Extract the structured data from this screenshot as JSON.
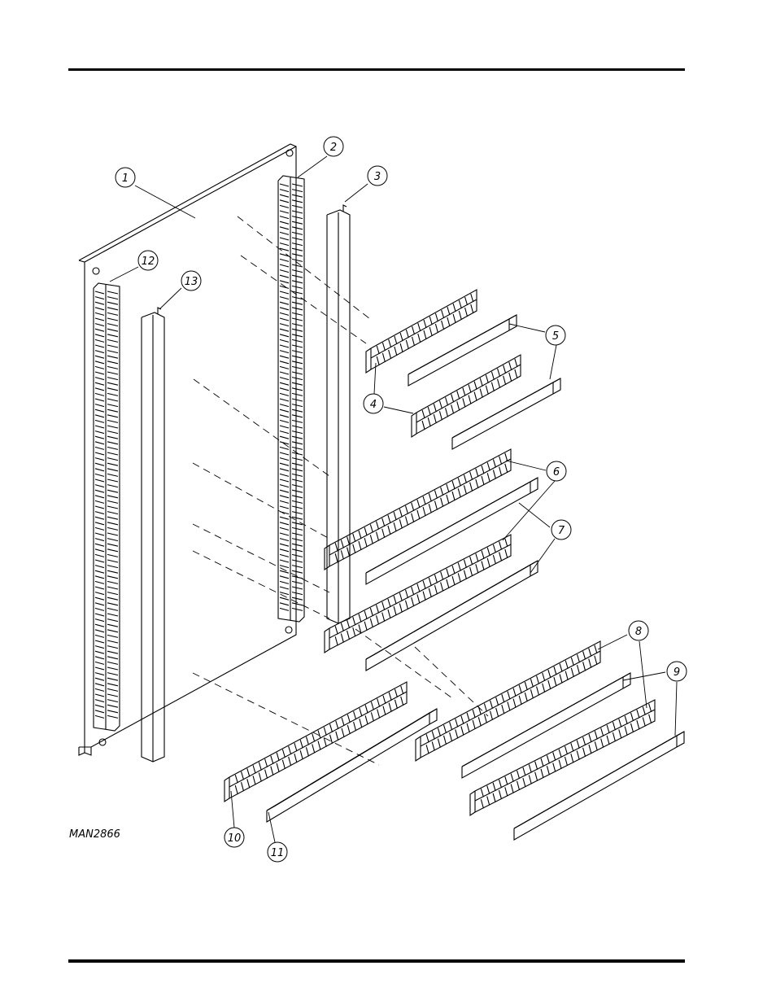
{
  "drawing_number": "MAN2866",
  "callouts": [
    {
      "label": "1"
    },
    {
      "label": "2"
    },
    {
      "label": "3"
    },
    {
      "label": "4"
    },
    {
      "label": "5"
    },
    {
      "label": "6"
    },
    {
      "label": "7"
    },
    {
      "label": "8"
    },
    {
      "label": "9"
    },
    {
      "label": "10"
    },
    {
      "label": "11"
    },
    {
      "label": "12"
    },
    {
      "label": "13"
    }
  ]
}
